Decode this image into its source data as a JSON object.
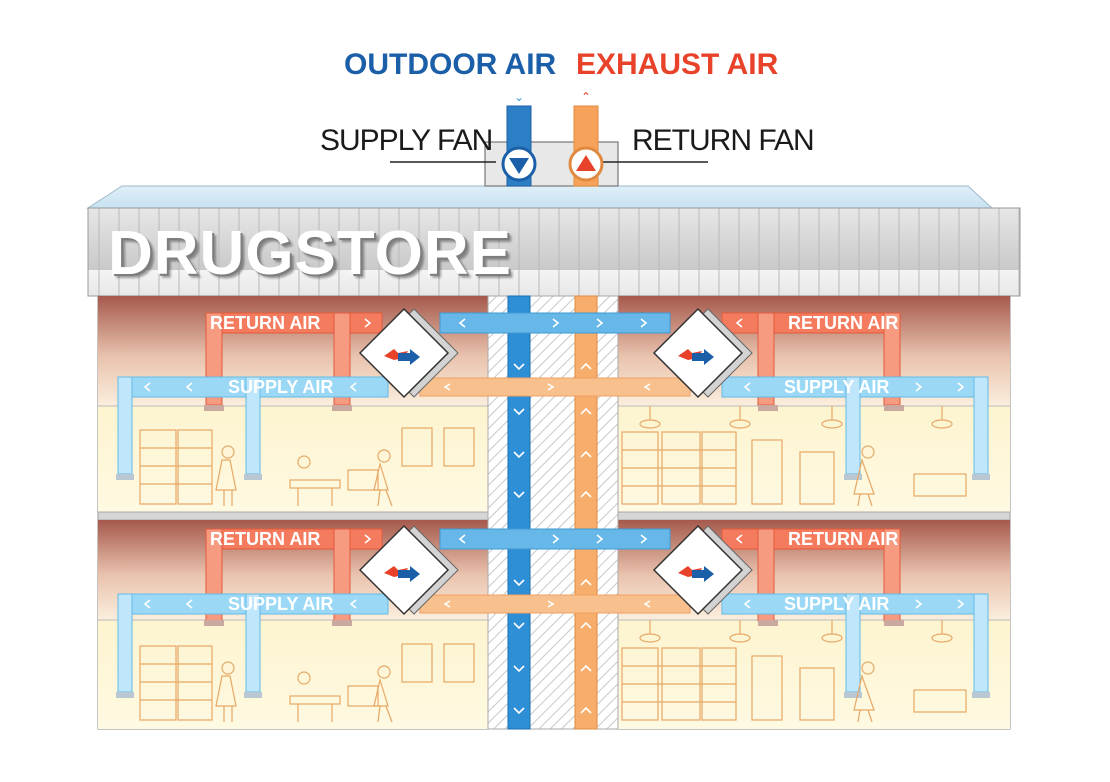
{
  "header": {
    "outdoor_air": "OUTDOOR AIR",
    "exhaust_air": "EXHAUST AIR",
    "supply_fan": "SUPPLY FAN",
    "return_fan": "RETURN FAN"
  },
  "store": {
    "name": "DRUGSTORE"
  },
  "floors": [
    {
      "left_return": "RETURN AIR",
      "left_supply": "SUPPLY AIR",
      "right_return": "RETURN AIR",
      "right_supply": "SUPPLY AIR"
    },
    {
      "left_return": "RETURN AIR",
      "left_supply": "SUPPLY AIR",
      "right_return": "RETURN AIR",
      "right_supply": "SUPPLY AIR"
    }
  ],
  "colors": {
    "outdoor_blue": "#1b5fa8",
    "exhaust_red": "#e8432a",
    "supply_duct": "#8fd3f4",
    "return_duct": "#f47b5e",
    "exhaust_duct": "#f6a25a",
    "floor_fill": "#fdf6d6"
  },
  "icons": [
    "supply-fan-icon",
    "return-fan-icon",
    "heat-recovery-unit-icon"
  ]
}
